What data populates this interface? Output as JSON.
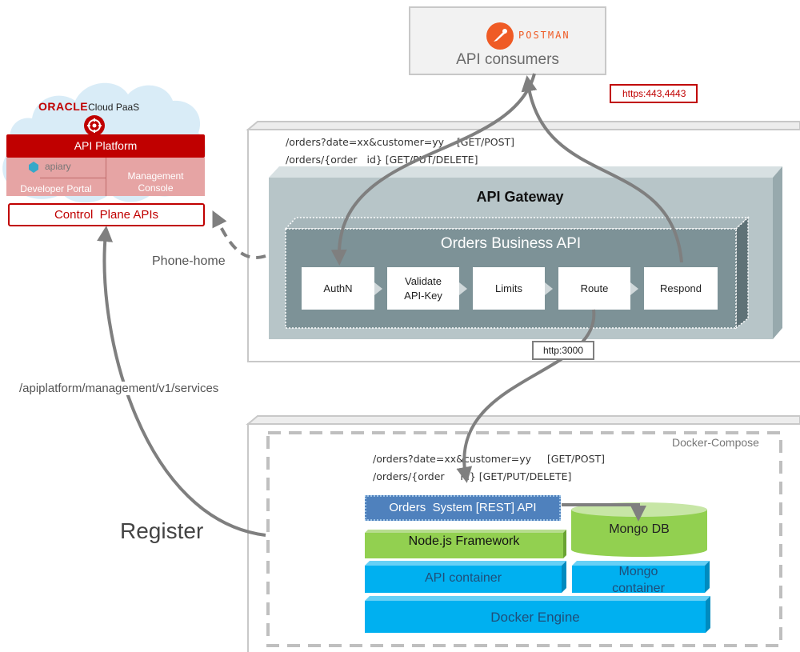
{
  "consumer": {
    "postman_label": "POSTMAN",
    "title": "API consumers",
    "ports_label": "https:443,4443"
  },
  "gateway": {
    "route_line_1": "/orders?date=xx&customer=yy    [GET/POST]",
    "route_line_2": "/orders/{order   id} [GET/PUT/DELETE]",
    "title": "API Gateway",
    "business_api_title": "Orders Business API",
    "policies": [
      "AuthN",
      "Validate\nAPI-Key",
      "Limits",
      "Route",
      "Respond"
    ],
    "backend_port_label": "http:3000"
  },
  "oracle": {
    "brand": "ORACLE",
    "cloud_label": "Cloud PaaS",
    "platform_label": "API Platform",
    "apiary_label": "apiary",
    "developer_portal_label": "Developer Portal",
    "management_console_label": "Management\nConsole",
    "control_plane_label": "Control  Plane APIs"
  },
  "links": {
    "phone_home_label": "Phone-home",
    "services_path_label": "/apiplatform/management/v1/services",
    "register_label": "Register"
  },
  "docker": {
    "compose_label": "Docker-Compose",
    "route_line_1": "/orders?date=xx&customer=yy     [GET/POST]",
    "route_line_2": "/orders/{order     id} [GET/PUT/DELETE]",
    "orders_api_label": "Orders  System [REST] API",
    "mongo_db_label": "Mongo DB",
    "nodejs_label": "Node.js Framework",
    "api_container_label": "API container",
    "mongo_container_label": "Mongo\ncontainer",
    "engine_label": "Docker Engine"
  },
  "colors": {
    "oracle_red": "#c00000",
    "gateway_gray": "#b7c5c8",
    "business_api_gray": "#7d9297",
    "node_green": "#92d050",
    "container_blue": "#00b0f0",
    "orders_api_blue": "#4f81bd",
    "arrow_gray": "#7f7f7f"
  }
}
